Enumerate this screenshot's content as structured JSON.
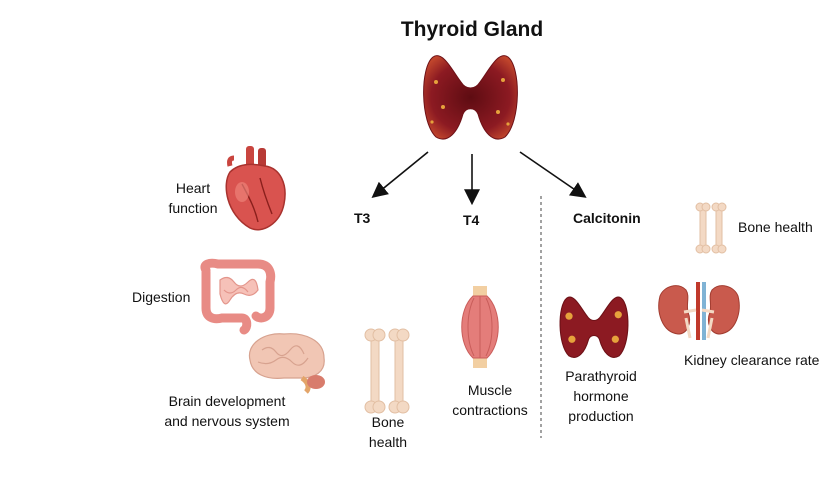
{
  "title": "Thyroid Gland",
  "hormones": {
    "t3": "T3",
    "t4": "T4",
    "calcitonin": "Calcitonin"
  },
  "t3_targets": {
    "heart": [
      "Heart",
      "function"
    ],
    "digestion": "Digestion",
    "brain": [
      "Brain development",
      "and nervous system"
    ],
    "bone": [
      "Bone",
      "health"
    ]
  },
  "t4_targets": {
    "muscle": [
      "Muscle",
      "contractions"
    ]
  },
  "calcitonin_targets": {
    "bone": "Bone health",
    "kidney": "Kidney clearance rate",
    "parathyroid": [
      "Parathyroid",
      "hormone",
      "production"
    ]
  },
  "colors": {
    "thyroid": "#8c1a22",
    "heart": "#d9534f",
    "intestine": "#f2a7a0",
    "brain": "#f1c6b4",
    "bone": "#f3d9c4",
    "muscle": "#e47d7a",
    "kidney": "#c95a4d"
  }
}
